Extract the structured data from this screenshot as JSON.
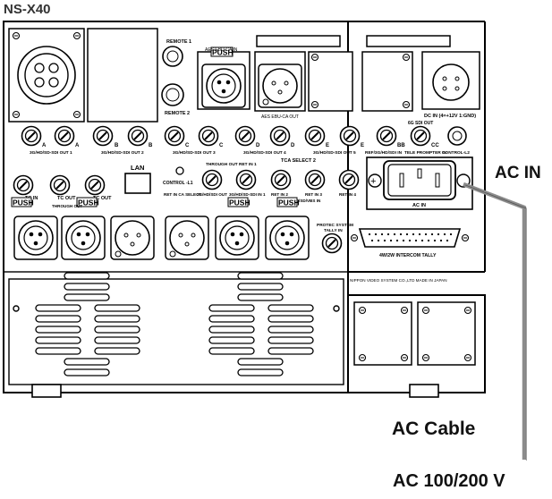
{
  "header": {
    "model": "NS-X40"
  },
  "callouts": {
    "ac_in": "AC IN",
    "ac_cable": "AC Cable",
    "ac_voltage": "AC 100/200 V"
  },
  "panel": {
    "remote1": "REMOTE 1",
    "remote2": "REMOTE 2",
    "aes_push": "PUSH",
    "aes_in": "AES EBU-CA IN",
    "aes_out": "AES EBU-CA OUT",
    "dc_in": "DC IN (4=+12V 1:GND)",
    "bnc_top_letters": [
      "A",
      "A",
      "B",
      "B",
      "C",
      "C",
      "D",
      "D",
      "E",
      "E",
      "BB",
      "CC"
    ],
    "out1": "3G/HD/SD-SDI OUT 1",
    "out2": "3G/HD/SD-SDI OUT 2",
    "out3": "3G/HD/SD-SDI OUT 3",
    "out4": "3G/HD/SD-SDI OUT 4",
    "out5": "3G/HD/SD-SDI OUT 5",
    "ref": "REF/3G/HD/SDI IN",
    "tele": "TELE PROMPTER IN",
    "sdi6g": "6G SDI OUT",
    "control_l2": "CONTROL-L2",
    "lan": "LAN",
    "control_l1": "CONTROL -L1",
    "through_out_top": "THROUGH OUT",
    "ret_in1_top": "RET IN 1",
    "tca": "TCA SELECT  2",
    "tc_in": "TC IN",
    "tc_out1": "TC OUT",
    "tc_out2": "TC OUT",
    "ret_in_ca": "RET IN CA SELECT",
    "hd_sdi_out": "3G/HD/SDI OUT",
    "hd_sdi_in1": "3G/HD/SD-SDI IN 1",
    "ret_in2": "RET IN 2",
    "ret_in3": "RET IN 3",
    "ret_in4": "RET IN 4",
    "vbs_in": "3G/HD/SD/VBS IN",
    "ac_in_small": "AC IN",
    "push": "PUSH",
    "through_out_xlr": "THROUGH OUT",
    "protec": "PROTEC SYSTEM",
    "tally_in": "TALLY IN",
    "intercom": "4W/2W INTERCOM TALLY",
    "maker": "NIPPON VIDEO SYSTEM CO.,LTD  MADE IN JAPAN"
  },
  "colors": {
    "cable": "#8c8c8c",
    "ink": "#000000",
    "panel": "#ffffff"
  }
}
